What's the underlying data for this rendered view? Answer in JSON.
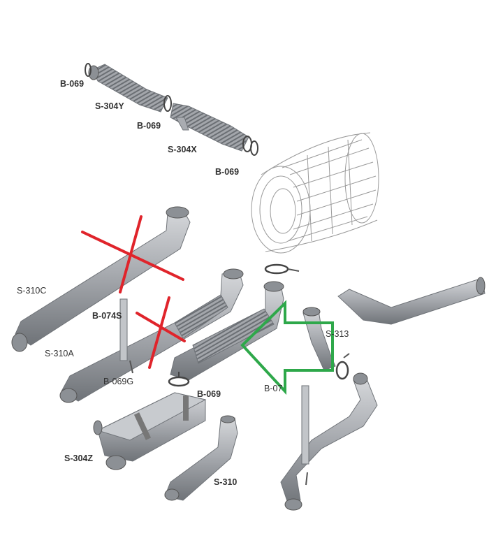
{
  "labels": {
    "b069_top": "B-069",
    "s304y": "S-304Y",
    "b069_mid": "B-069",
    "s304x": "S-304X",
    "b069_right": "B-069",
    "s310c": "S-310C",
    "b074s_left": "B-074S",
    "s310a": "S-310A",
    "b069g": "B-069G",
    "b069_center": "B-069",
    "b07s_right": "B-07",
    "s313": "S-313",
    "s304z": "S-304Z",
    "s310": "S-310"
  },
  "colors": {
    "part_fill": "#a9acb1",
    "part_dark": "#6f7378",
    "part_light": "#d6d8db",
    "filter_line": "#9a9a9a",
    "cross_mark": "#e0242b",
    "arrow_mark": "#2ea84a"
  }
}
